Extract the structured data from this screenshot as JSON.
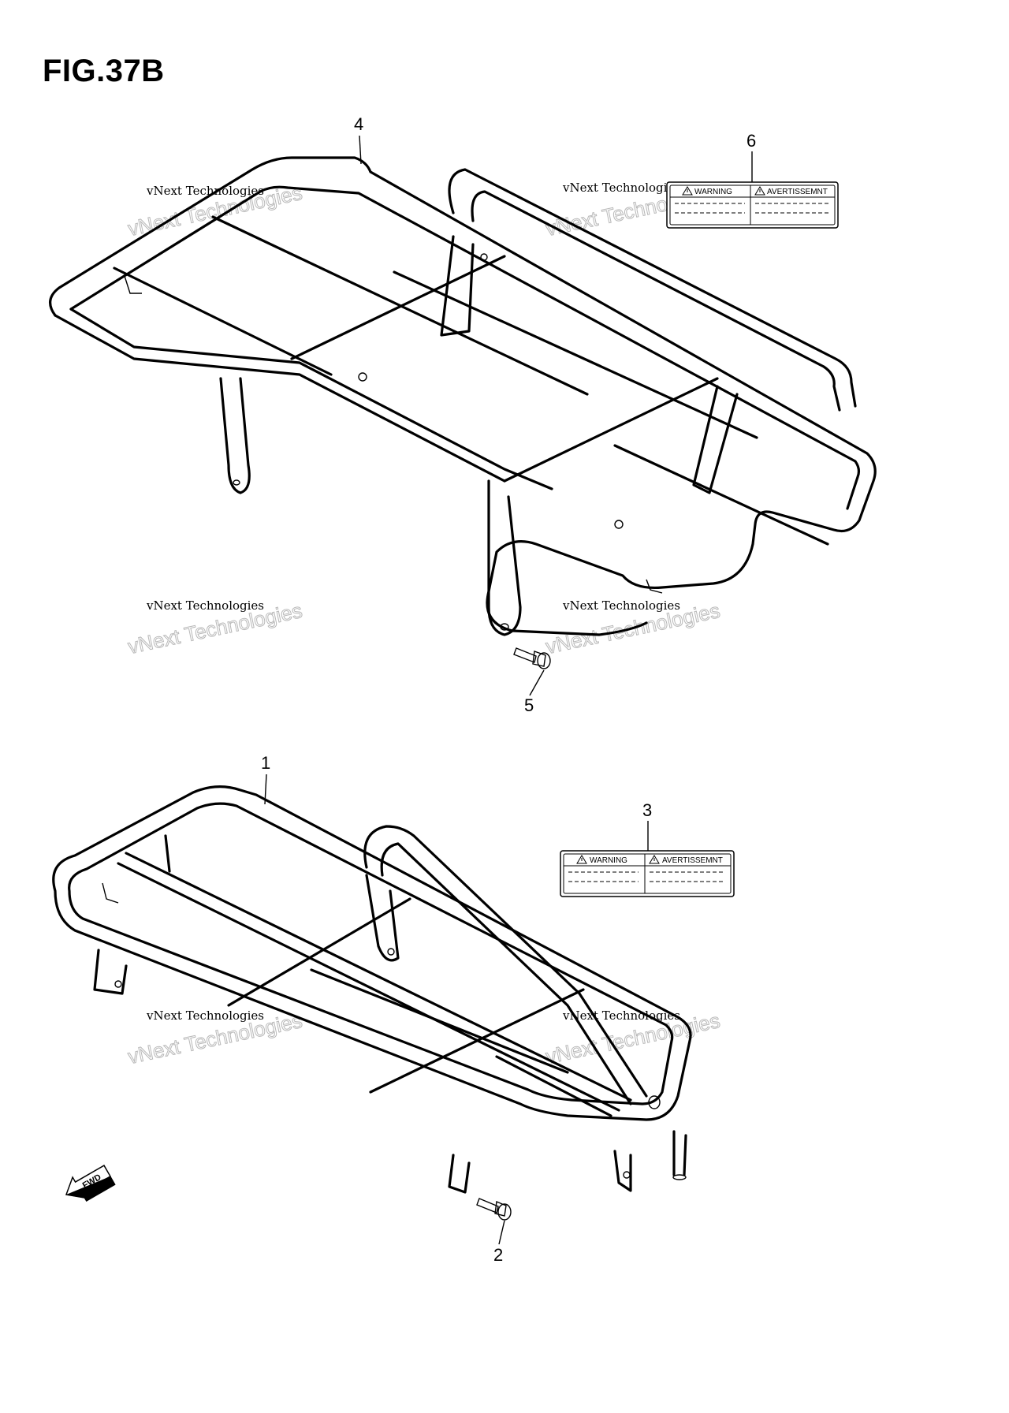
{
  "figure": {
    "title": "FIG.37B"
  },
  "callouts": {
    "part_1": "1",
    "part_2": "2",
    "part_3": "3",
    "part_4": "4",
    "part_5": "5",
    "part_6": "6"
  },
  "labels": {
    "warning": "WARNING",
    "avertissement": "AVERTISSEMNT"
  },
  "direction_arrow": {
    "text": "FWD"
  },
  "watermark": {
    "line1": "vNext Technologies",
    "line2": "vNext Technologies"
  },
  "icons": [
    "warning-triangle-icon",
    "fwd-arrow-icon"
  ]
}
